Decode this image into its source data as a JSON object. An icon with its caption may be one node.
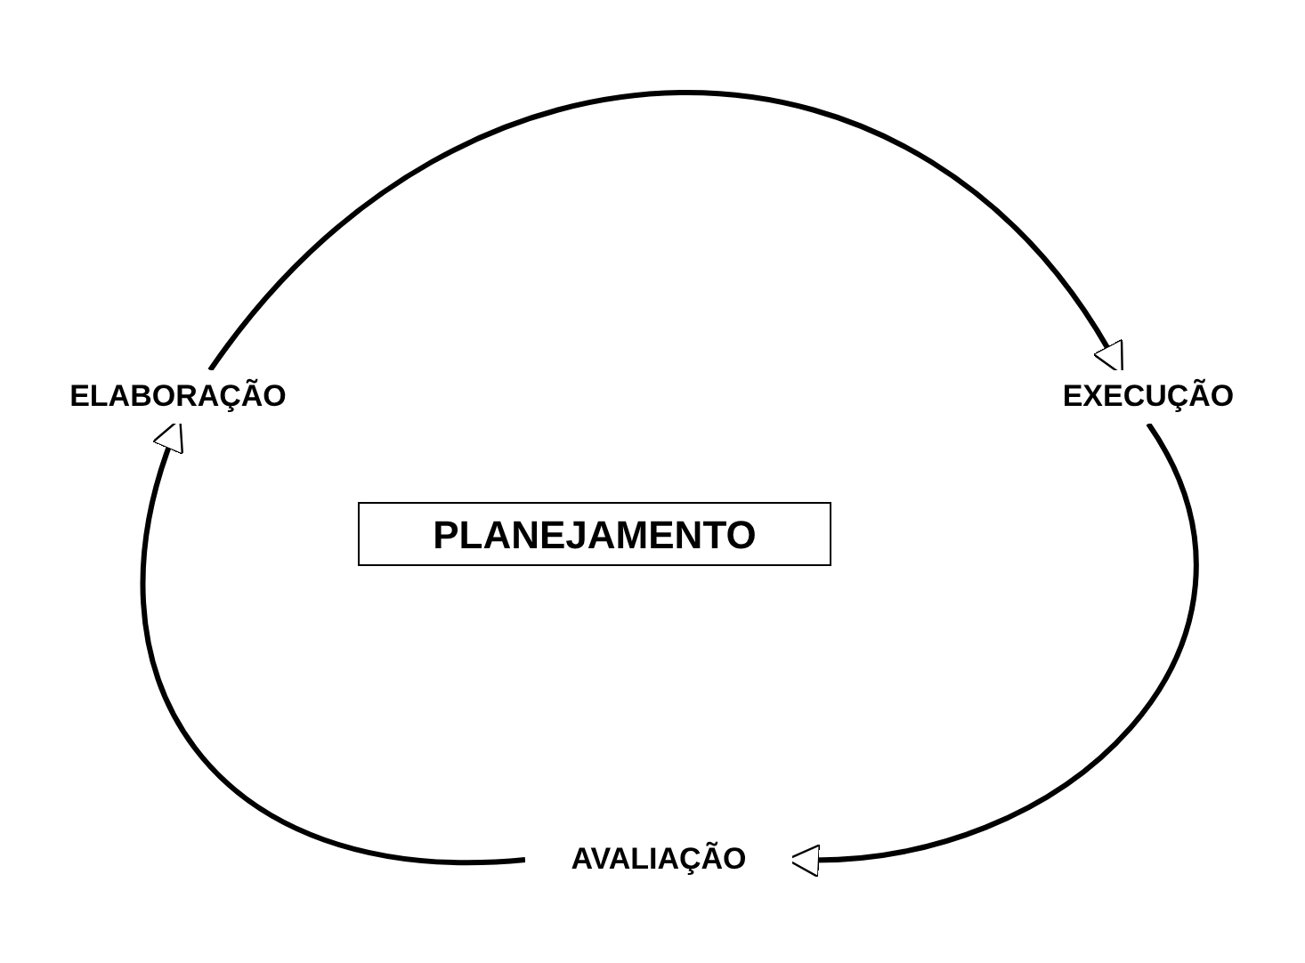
{
  "diagram": {
    "nodes": [
      {
        "text": [
          "ELABORAÇÃO"
        ]
      },
      {
        "text": [
          "EXECUÇÃO"
        ]
      },
      {
        "text": [
          "AVALIAÇÃO"
        ]
      },
      {
        "text": [
          "PLANEJAMENTO"
        ]
      }
    ],
    "edges": [
      {
        "from": 0,
        "to": 1,
        "arrow": "to"
      },
      {
        "from": 1,
        "to": 2,
        "arrow": "to"
      },
      {
        "from": 2,
        "to": 0,
        "arrow": "to"
      }
    ]
  }
}
